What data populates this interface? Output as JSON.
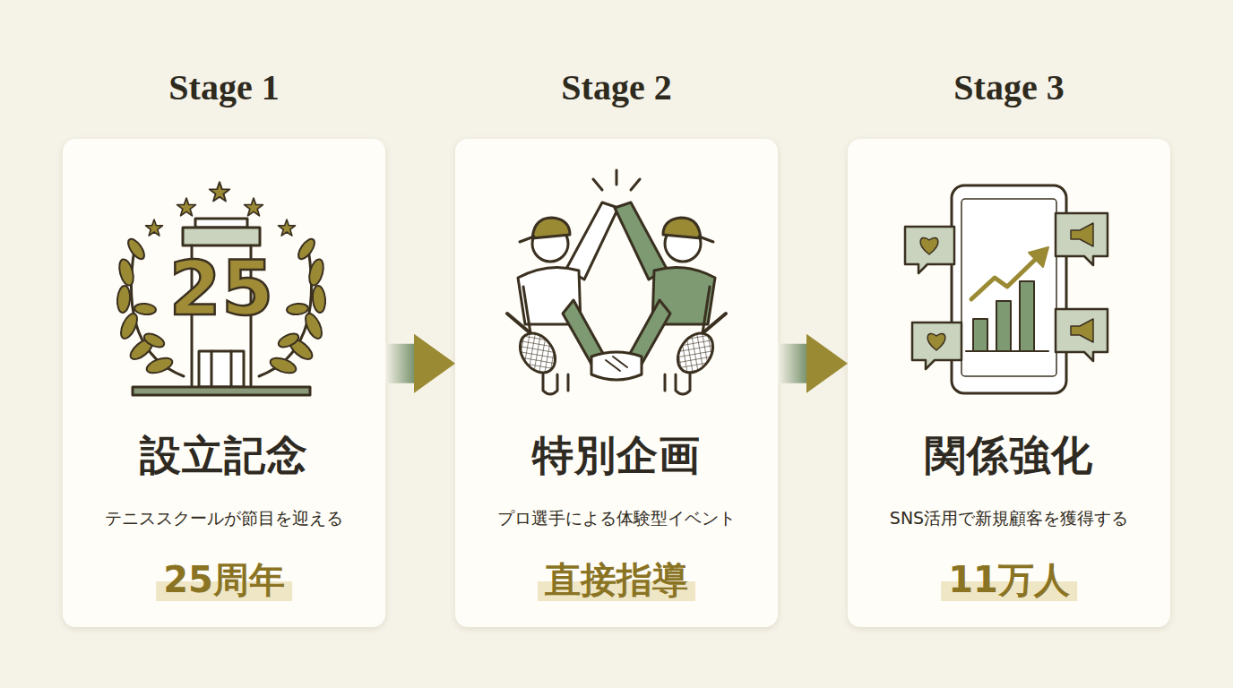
{
  "diagram": {
    "nodes": [
      {
        "text": [
          "Stage 1",
          "設立記念",
          "テニススクールが節目を迎える",
          "25周年"
        ]
      },
      {
        "text": [
          "Stage 2",
          "特別企画",
          "プロ選手による体験型イベント",
          "直接指導"
        ]
      },
      {
        "text": [
          "Stage 3",
          "関係強化",
          "SNS活用で新規顧客を獲得する",
          "11万人"
        ]
      }
    ],
    "edges": [
      {
        "from": 0,
        "to": 1,
        "arrow": "to"
      },
      {
        "from": 1,
        "to": 2,
        "arrow": "to"
      }
    ],
    "labels": [
      "25"
    ]
  }
}
